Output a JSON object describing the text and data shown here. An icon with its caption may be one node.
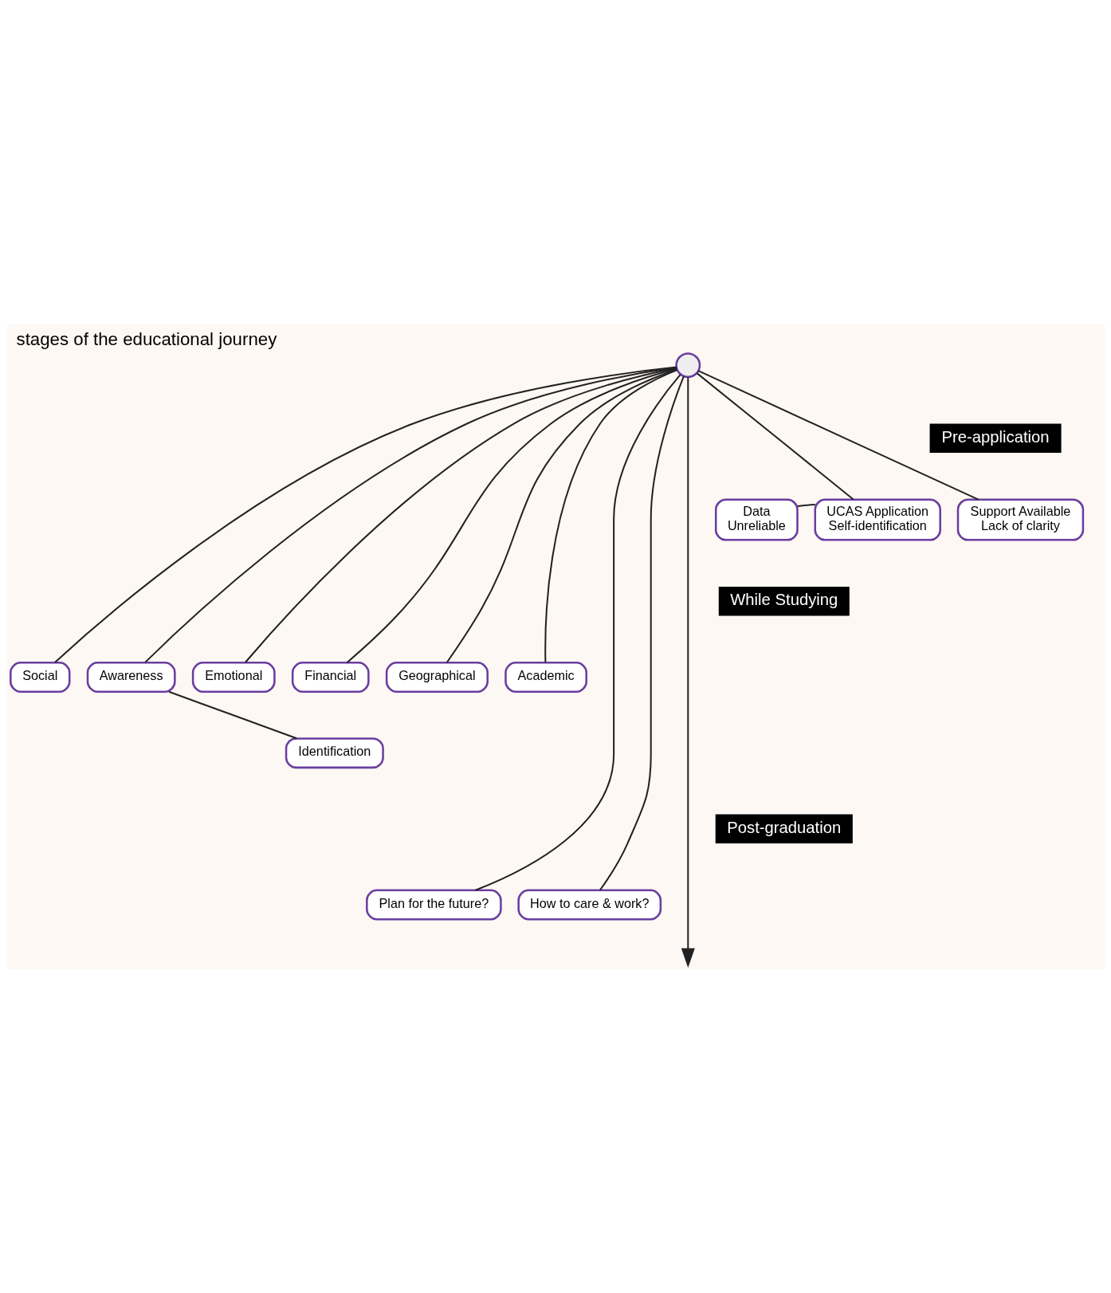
{
  "diagram": {
    "title": "stages of the educational journey",
    "nodes": [
      {
        "text": [],
        "shape": "circle"
      },
      {
        "text": [
          "Data",
          "Unreliable"
        ]
      },
      {
        "text": [
          "UCAS Application",
          "Self-identification"
        ]
      },
      {
        "text": [
          "Support Available",
          "Lack of clarity"
        ]
      },
      {
        "text": [
          "Social"
        ]
      },
      {
        "text": [
          "Awareness"
        ]
      },
      {
        "text": [
          "Identification"
        ]
      },
      {
        "text": [
          "Emotional"
        ]
      },
      {
        "text": [
          "Financial"
        ]
      },
      {
        "text": [
          "Geographical"
        ]
      },
      {
        "text": [
          "Academic"
        ]
      },
      {
        "text": [
          "Plan for the future?"
        ]
      },
      {
        "text": [
          "How to care & work?"
        ]
      }
    ],
    "edges": [
      {
        "from": 0,
        "to": null,
        "arrow": "to"
      },
      {
        "from": 0,
        "to": 2,
        "arrow": "none"
      },
      {
        "from": 1,
        "to": 2,
        "arrow": "none"
      },
      {
        "from": 0,
        "to": 3,
        "arrow": "none"
      },
      {
        "from": 0,
        "to": 4,
        "arrow": "none"
      },
      {
        "from": 0,
        "to": 5,
        "arrow": "none"
      },
      {
        "from": 5,
        "to": 6,
        "arrow": "none"
      },
      {
        "from": 0,
        "to": 7,
        "arrow": "none"
      },
      {
        "from": 0,
        "to": 8,
        "arrow": "none"
      },
      {
        "from": 0,
        "to": 9,
        "arrow": "none"
      },
      {
        "from": 0,
        "to": 10,
        "arrow": "none"
      },
      {
        "from": 0,
        "to": 11,
        "arrow": "none"
      },
      {
        "from": 0,
        "to": 12,
        "arrow": "none"
      }
    ],
    "labels": [
      "Pre-application",
      "While Studying",
      "Post-graduation"
    ]
  }
}
